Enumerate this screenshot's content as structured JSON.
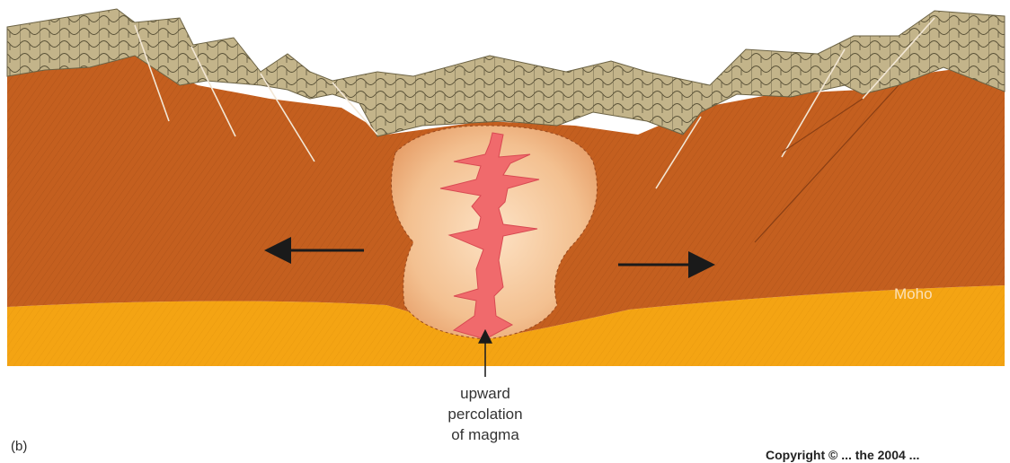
{
  "diagram": {
    "panel_label": "(b)",
    "moho_label": "Moho",
    "magma_caption": [
      "upward",
      "percolation",
      "of magma"
    ],
    "copyright_fragment": "Copyright © ... the 2004 ...",
    "colors": {
      "upper_crust": "#c3b48a",
      "crust": "#c45f1f",
      "mantle": "#f4a413",
      "magma_chamber": "#f6c79d",
      "magma_dyke": "#f06a6c",
      "background": "#ffffff"
    },
    "arrows": [
      "left-extension-arrow",
      "right-extension-arrow",
      "upward-magma-arrow"
    ]
  }
}
